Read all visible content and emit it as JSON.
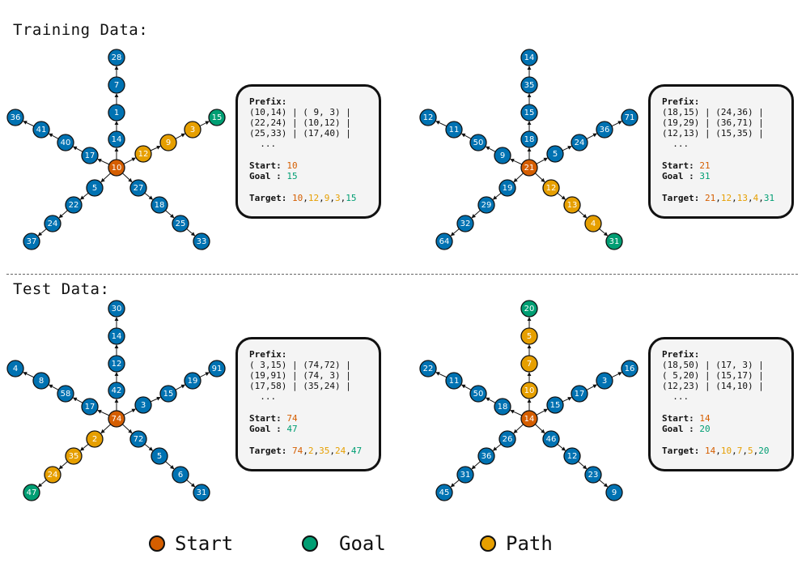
{
  "colors": {
    "start": "#D55E00",
    "goal": "#009E73",
    "path": "#E69F00",
    "node": "#0072B2",
    "stroke": "#111111"
  },
  "sections": {
    "training": "Training Data:",
    "test": "Test Data:"
  },
  "legend": [
    {
      "label": "Start",
      "color": "#D55E00"
    },
    {
      "label": "Goal",
      "color": "#009E73"
    },
    {
      "label": "Path",
      "color": "#E69F00"
    }
  ],
  "panels": [
    {
      "id": "train-left",
      "prefix_label": "Prefix:",
      "prefix_rows": [
        "(10,14) | ( 9, 3) |",
        "(22,24) | (10,12) |",
        "(25,33) | (17,40) |",
        "  ..."
      ],
      "start_label": "Start:",
      "start": "10",
      "goal_label": "Goal :",
      "goal": "15",
      "target_label": "Target:",
      "target": [
        "10",
        "12",
        "9",
        "3",
        "15"
      ],
      "graph": {
        "center": "10",
        "arms": [
          {
            "dir": "up",
            "nodes": [
              "14",
              "1",
              "7",
              "28"
            ]
          },
          {
            "dir": "up-right",
            "nodes": [
              "12",
              "9",
              "3",
              "15"
            ]
          },
          {
            "dir": "down-right",
            "nodes": [
              "27",
              "18",
              "25",
              "33"
            ]
          },
          {
            "dir": "down-left",
            "nodes": [
              "5",
              "22",
              "24",
              "37"
            ]
          },
          {
            "dir": "up-left",
            "nodes": [
              "17",
              "40",
              "41",
              "36"
            ]
          }
        ]
      }
    },
    {
      "id": "train-right",
      "prefix_label": "Prefix:",
      "prefix_rows": [
        "(18,15) | (24,36) |",
        "(19,29) | (36,71) |",
        "(12,13) | (15,35) |",
        "  ..."
      ],
      "start_label": "Start:",
      "start": "21",
      "goal_label": "Goal :",
      "goal": "31",
      "target_label": "Target:",
      "target": [
        "21",
        "12",
        "13",
        "4",
        "31"
      ],
      "graph": {
        "center": "21",
        "arms": [
          {
            "dir": "up",
            "nodes": [
              "18",
              "15",
              "35",
              "14"
            ]
          },
          {
            "dir": "up-right",
            "nodes": [
              "5",
              "24",
              "36",
              "71"
            ]
          },
          {
            "dir": "down-right",
            "nodes": [
              "12",
              "13",
              "4",
              "31"
            ]
          },
          {
            "dir": "down-left",
            "nodes": [
              "19",
              "29",
              "32",
              "64"
            ]
          },
          {
            "dir": "up-left",
            "nodes": [
              "9",
              "50",
              "11",
              "12"
            ]
          }
        ]
      }
    },
    {
      "id": "test-left",
      "prefix_label": "Prefix:",
      "prefix_rows": [
        "( 3,15) | (74,72) |",
        "(19,91) | (74, 3) |",
        "(17,58) | (35,24) |",
        "  ..."
      ],
      "start_label": "Start:",
      "start": "74",
      "goal_label": "Goal :",
      "goal": "47",
      "target_label": "Target:",
      "target": [
        "74",
        "2",
        "35",
        "24",
        "47"
      ],
      "graph": {
        "center": "74",
        "arms": [
          {
            "dir": "up",
            "nodes": [
              "42",
              "12",
              "14",
              "30"
            ]
          },
          {
            "dir": "up-right",
            "nodes": [
              "3",
              "15",
              "19",
              "91"
            ]
          },
          {
            "dir": "down-right",
            "nodes": [
              "72",
              "5",
              "6",
              "31"
            ]
          },
          {
            "dir": "down-left",
            "nodes": [
              "2",
              "35",
              "24",
              "47"
            ]
          },
          {
            "dir": "up-left",
            "nodes": [
              "17",
              "58",
              "8",
              "4"
            ]
          }
        ]
      }
    },
    {
      "id": "test-right",
      "prefix_label": "Prefix:",
      "prefix_rows": [
        "(18,50) | (17, 3) |",
        "( 5,20) | (15,17) |",
        "(12,23) | (14,10) |",
        "  ..."
      ],
      "start_label": "Start:",
      "start": "14",
      "goal_label": "Goal :",
      "goal": "20",
      "target_label": "Target:",
      "target": [
        "14",
        "10",
        "7",
        "5",
        "20"
      ],
      "graph": {
        "center": "14",
        "arms": [
          {
            "dir": "up",
            "nodes": [
              "10",
              "7",
              "5",
              "20"
            ]
          },
          {
            "dir": "up-right",
            "nodes": [
              "15",
              "17",
              "3",
              "16"
            ]
          },
          {
            "dir": "down-right",
            "nodes": [
              "46",
              "12",
              "23",
              "9"
            ]
          },
          {
            "dir": "down-left",
            "nodes": [
              "26",
              "36",
              "31",
              "45"
            ]
          },
          {
            "dir": "up-left",
            "nodes": [
              "18",
              "50",
              "11",
              "22"
            ]
          }
        ]
      }
    }
  ]
}
